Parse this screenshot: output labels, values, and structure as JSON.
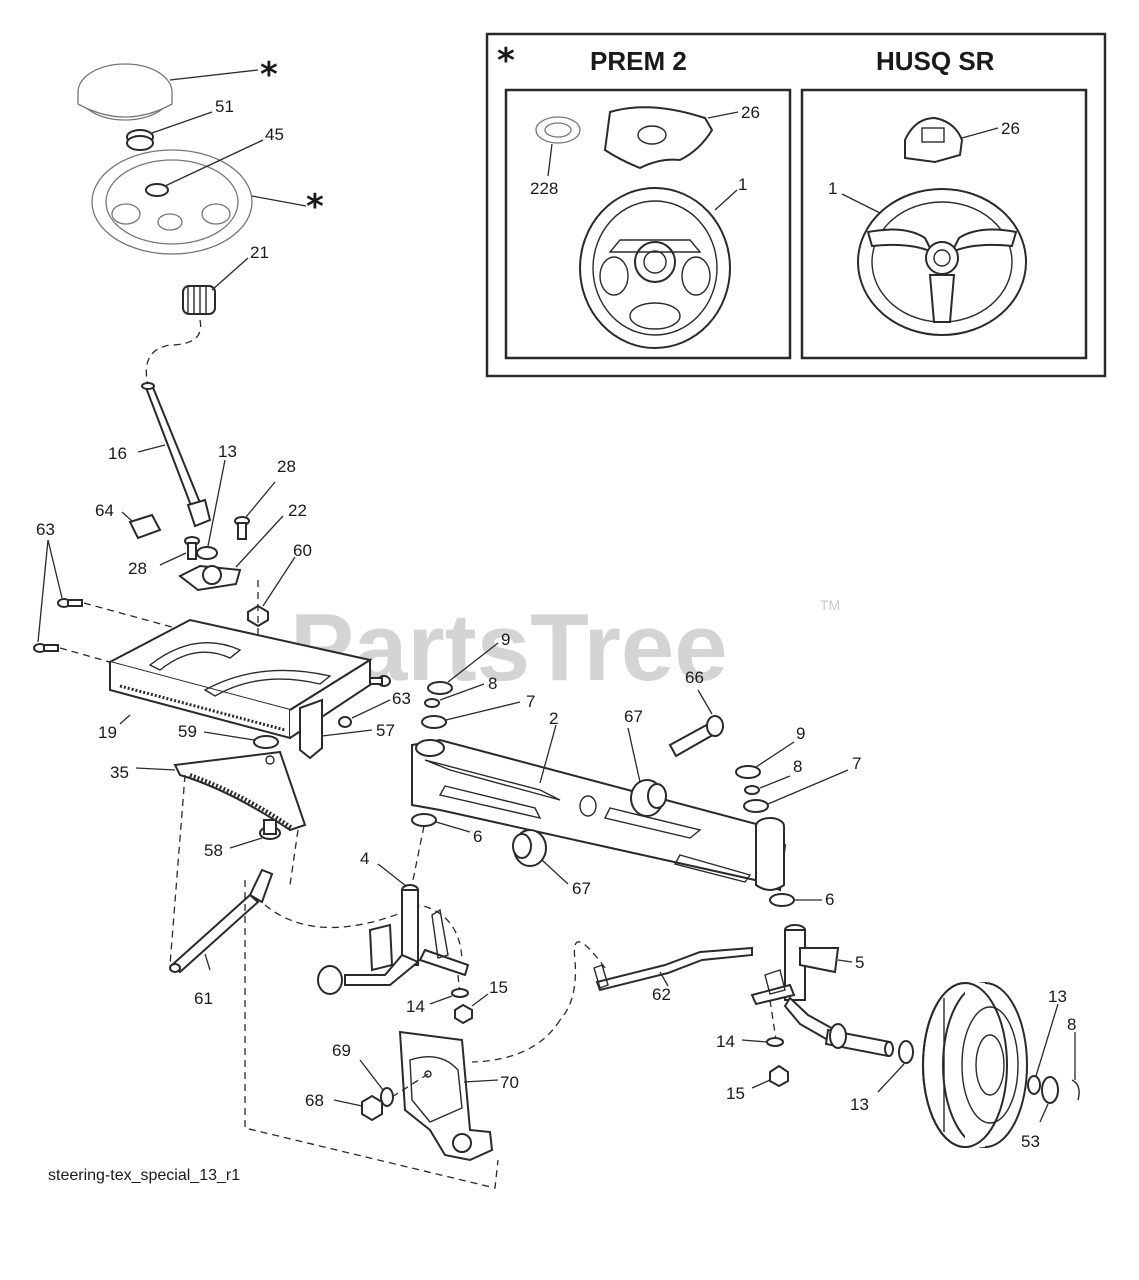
{
  "inset": {
    "star": "*",
    "prem": {
      "title": "PREM 2",
      "callouts": [
        "26",
        "228",
        "1"
      ]
    },
    "husq": {
      "title": "HUSQ SR",
      "callouts": [
        "26",
        "1"
      ]
    }
  },
  "watermark": {
    "text": "PartsTree",
    "tm": "TM"
  },
  "caption": "steering-tex_special_13_r1",
  "callouts": {
    "star_cap": "*",
    "star_wheel": "*",
    "c51": "51",
    "c45": "45",
    "c21": "21",
    "c16": "16",
    "c13a": "13",
    "c28a": "28",
    "c64": "64",
    "c28b": "28",
    "c22": "22",
    "c63a": "63",
    "c60": "60",
    "c63b": "63",
    "c19": "19",
    "c59": "59",
    "c57": "57",
    "c35": "35",
    "c58": "58",
    "c61": "61",
    "c9a": "9",
    "c8a": "8",
    "c7a": "7",
    "c2": "2",
    "c67a": "67",
    "c66": "66",
    "c9b": "9",
    "c8b": "8",
    "c7b": "7",
    "c6a": "6",
    "c67b": "67",
    "c4": "4",
    "c6b": "6",
    "c5": "5",
    "c62": "62",
    "c14a": "14",
    "c15a": "15",
    "c69": "69",
    "c70": "70",
    "c68": "68",
    "c14b": "14",
    "c15b": "15",
    "c13b": "13",
    "c13c": "13",
    "c8c": "8",
    "c53": "53"
  }
}
